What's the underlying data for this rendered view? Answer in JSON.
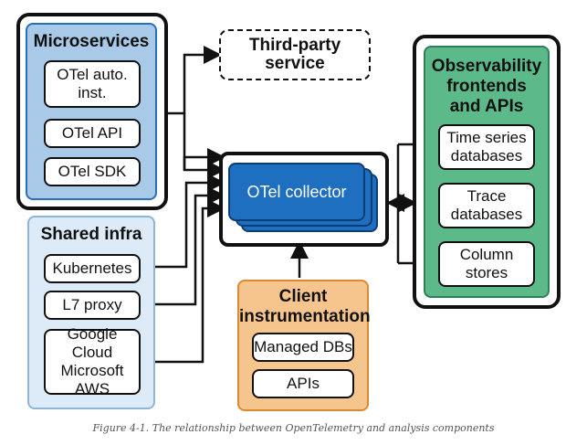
{
  "microservices": {
    "title": "Microservices",
    "items": [
      "OTel auto.\ninst.",
      "OTel API",
      "OTel SDK"
    ]
  },
  "third_party": {
    "label": "Third-party service"
  },
  "shared_infra": {
    "title": "Shared infra",
    "items": [
      "Kubernetes",
      "L7 proxy",
      "Google Cloud\nMicrosoft\nAWS"
    ]
  },
  "collector": {
    "label": "OTel collector"
  },
  "client_instrumentation": {
    "title": "Client\ninstrumentation",
    "items": [
      "Managed DBs",
      "APIs"
    ]
  },
  "observability": {
    "title": "Observability\nfrontends\nand APIs",
    "items": [
      "Time series\ndatabases",
      "Trace\ndatabases",
      "Column\nstores"
    ]
  },
  "caption": "Figure 4-1. The relationship between OpenTelemetry and analysis components",
  "colors": {
    "microservices_bg": "#a9c9e8",
    "shared_infra_bg": "#dcebf7",
    "collector": "#1f6fc1",
    "client_bg": "#f6c48d",
    "observability_bg": "#5cb98a"
  }
}
